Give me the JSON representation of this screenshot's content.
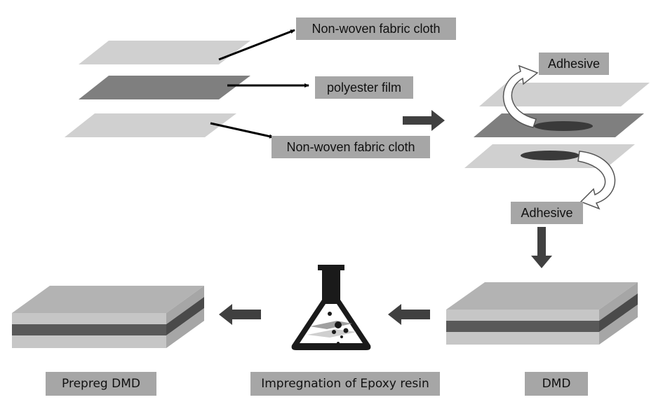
{
  "colors": {
    "layer_light": "#d0d0d0",
    "layer_dark": "#7f7f7f",
    "label_bg": "#a6a6a6",
    "arrow": "#404040",
    "flask": "#1a1a1a"
  },
  "labels": {
    "nonwoven_top": "Non-woven fabric cloth",
    "polyester": "polyester film",
    "nonwoven_bottom": "Non-woven fabric cloth",
    "adhesive_top": "Adhesive",
    "adhesive_bottom": "Adhesive",
    "dmd": "DMD",
    "impregnation": "Impregnation of Epoxy resin",
    "prepreg": "Prepreg DMD"
  },
  "icons": {
    "flask": "erlenmeyer-flask-icon",
    "curved_arrow": "curved-arrow-icon",
    "block_arrow": "block-arrow-icon"
  }
}
